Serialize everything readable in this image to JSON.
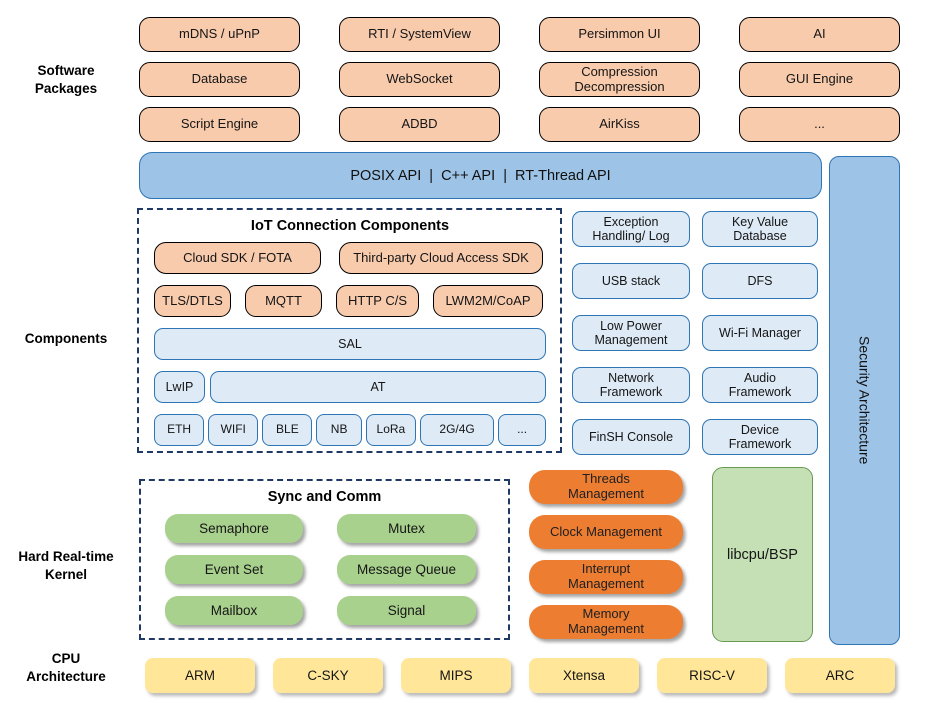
{
  "side_labels": {
    "software": "Software\nPackages",
    "components": "Components",
    "kernel": "Hard Real-time\nKernel",
    "cpu": "CPU\nArchitecture"
  },
  "software_packages": {
    "boxes": [
      "mDNS / uPnP",
      "RTI / SystemView",
      "Persimmon UI",
      "AI",
      "Database",
      "WebSocket",
      "Compression\nDecompression",
      "GUI Engine",
      "Script Engine",
      "ADBD",
      "AirKiss",
      "..."
    ]
  },
  "api_bar": {
    "label": "POSIX API  |  C++ API  |  RT-Thread API"
  },
  "security_bar": {
    "label": "Security Architecture"
  },
  "iot": {
    "title": "IoT Connection Components",
    "row1": [
      "Cloud SDK / FOTA",
      "Third-party Cloud Access SDK"
    ],
    "row2": [
      "TLS/DTLS",
      "MQTT",
      "HTTP C/S",
      "LWM2M/CoAP"
    ],
    "sal": "SAL",
    "lwip": "LwIP",
    "at": "AT",
    "links": [
      "ETH",
      "WIFI",
      "BLE",
      "NB",
      "LoRa",
      "2G/4G",
      "..."
    ]
  },
  "component_grid": {
    "items": [
      "Exception\nHandling/ Log",
      "Key Value\nDatabase",
      "USB stack",
      "DFS",
      "Low Power\nManagement",
      "Wi-Fi Manager",
      "Network\nFramework",
      "Audio\nFramework",
      "FinSH Console",
      "Device\nFramework"
    ]
  },
  "kernel": {
    "sync_title": "Sync and Comm",
    "sync_items": [
      "Semaphore",
      "Mutex",
      "Event Set",
      "Message Queue",
      "Mailbox",
      "Signal"
    ],
    "mgmt_items": [
      "Threads\nManagement",
      "Clock Management",
      "Interrupt\nManagement",
      "Memory\nManagement"
    ],
    "libcpu": "libcpu/BSP"
  },
  "cpu_row": {
    "items": [
      "ARM",
      "C-SKY",
      "MIPS",
      "Xtensa",
      "RISC-V",
      "ARC"
    ]
  },
  "colors": {
    "package_fill": "#f8cbad",
    "api_fill": "#9dc3e6",
    "component_fill": "#deeaf6",
    "component_border": "#2e75b6",
    "kernel_green": "#a9d18e",
    "kernel_orange": "#ed7d31",
    "libcpu_fill": "#c5e0b4",
    "cpu_yellow": "#ffe699",
    "dashed_border": "#1f3864"
  }
}
